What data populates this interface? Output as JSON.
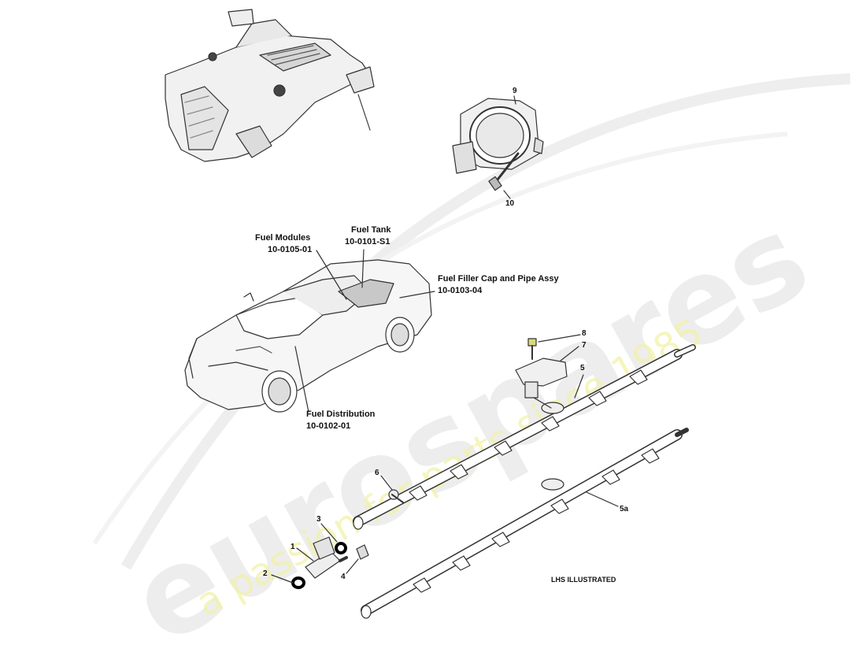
{
  "watermark": {
    "brand": "eurospares",
    "tagline": "a passion for parts since 1985",
    "brand_color": "#ebebeb",
    "tagline_color": "#f2f2a8"
  },
  "callouts": {
    "fuel_modules": {
      "title": "Fuel Modules",
      "code": "10-0105-01"
    },
    "fuel_tank": {
      "title": "Fuel Tank",
      "code": "10-0101-S1"
    },
    "fuel_filler": {
      "title": "Fuel Filler Cap and Pipe Assy",
      "code": "10-0103-04"
    },
    "fuel_distribution": {
      "title": "Fuel Distribution",
      "code": "10-0102-01"
    }
  },
  "part_numbers": {
    "p1": "1",
    "p2": "2",
    "p3": "3",
    "p4": "4",
    "p5": "5",
    "p5a": "5a",
    "p6": "6",
    "p7": "7",
    "p8": "8",
    "p9": "9",
    "p10": "10"
  },
  "note": "LHS ILLUSTRATED"
}
